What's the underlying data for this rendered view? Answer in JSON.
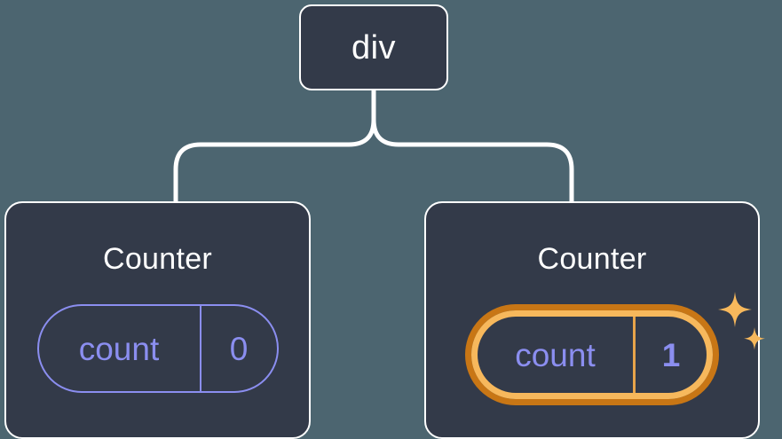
{
  "diagram": {
    "type": "component-tree",
    "background_color": "#4c6570",
    "node_fill_color": "#333a49",
    "node_border_color": "#ffffff",
    "accent_state_color": "#8b8ef0",
    "highlight_outer_color": "#c87615",
    "highlight_inner_color": "#f7b85c",
    "sparkle_color": "#f7b85c"
  },
  "root": {
    "label": "div"
  },
  "children": [
    {
      "title": "Counter",
      "state": {
        "key": "count",
        "value": "0"
      },
      "highlighted": false,
      "sparkle_icon": "none"
    },
    {
      "title": "Counter",
      "state": {
        "key": "count",
        "value": "1"
      },
      "highlighted": true,
      "sparkle_icon": "sparkles-icon"
    }
  ]
}
